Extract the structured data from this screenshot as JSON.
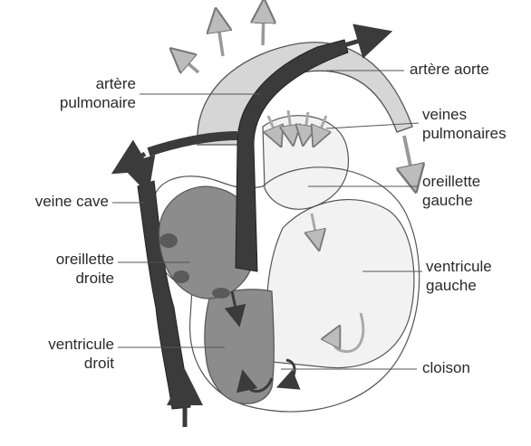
{
  "labels": {
    "artere_pulmonaire": [
      "artère",
      "pulmonaire"
    ],
    "veine_cave": "veine cave",
    "oreillette_droite": [
      "oreillette",
      "droite"
    ],
    "ventricule_droit": [
      "ventricule",
      "droit"
    ],
    "artere_aorte": "artère aorte",
    "veines_pulmonaires": [
      "veines",
      "pulmonaires"
    ],
    "oreillette_gauche": [
      "oreillette",
      "gauche"
    ],
    "ventricule_gauche": [
      "ventricule",
      "gauche"
    ],
    "cloison": "cloison"
  },
  "colors": {
    "deoxygenated_dark": "#3b3b3b",
    "right_chambers": "#8c8c8c",
    "left_chambers": "#f2f2f2",
    "aorta": "#d6d6d6",
    "outline": "#555555",
    "leader_line": "#555555"
  }
}
